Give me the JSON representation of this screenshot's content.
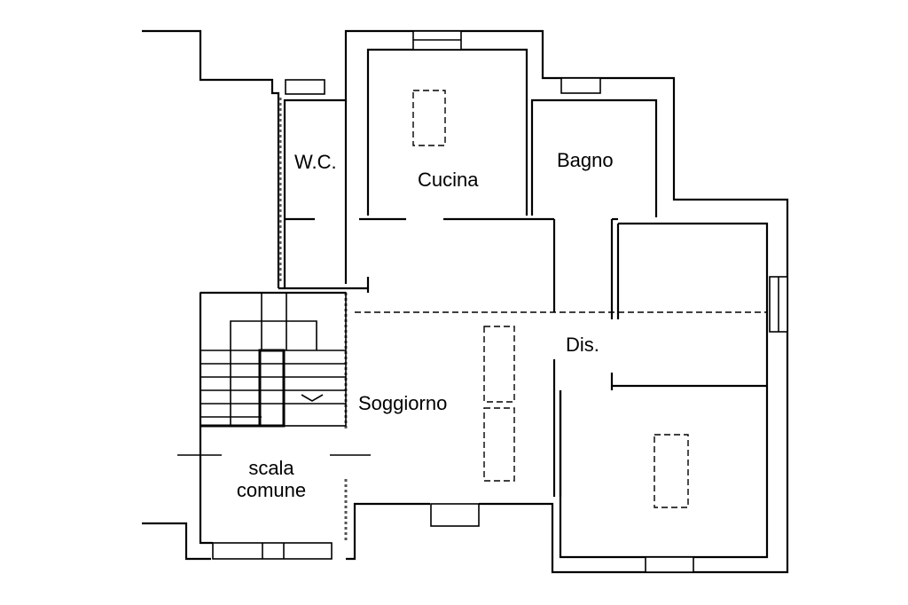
{
  "rooms": {
    "wc": "W.C.",
    "cucina": "Cucina",
    "bagno": "Bagno",
    "dis": "Dis.",
    "soggiorno": "Soggiorno",
    "scala_line1": "scala",
    "scala_line2": "comune"
  }
}
